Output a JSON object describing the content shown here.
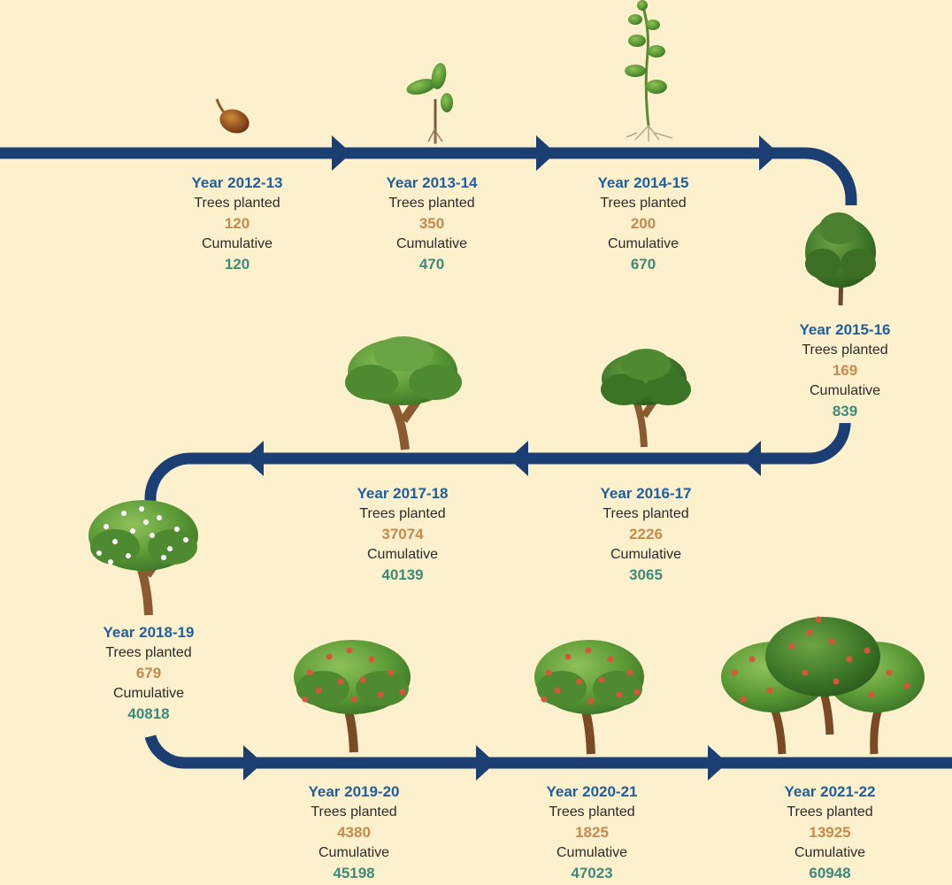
{
  "labels": {
    "trees_planted": "Trees planted",
    "cumulative": "Cumulative"
  },
  "entries": [
    {
      "year": "Year 2012-13",
      "planted": "120",
      "cumulative": "120",
      "stage": "seed-icon"
    },
    {
      "year": "Year 2013-14",
      "planted": "350",
      "cumulative": "470",
      "stage": "sprout-icon"
    },
    {
      "year": "Year 2014-15",
      "planted": "200",
      "cumulative": "670",
      "stage": "sapling-icon"
    },
    {
      "year": "Year 2015-16",
      "planted": "169",
      "cumulative": "839",
      "stage": "young-tree-icon"
    },
    {
      "year": "Year 2016-17",
      "planted": "2226",
      "cumulative": "3065",
      "stage": "tree-icon"
    },
    {
      "year": "Year 2017-18",
      "planted": "37074",
      "cumulative": "40139",
      "stage": "tree-icon"
    },
    {
      "year": "Year 2018-19",
      "planted": "679",
      "cumulative": "40818",
      "stage": "flowering-tree-icon"
    },
    {
      "year": "Year 2019-20",
      "planted": "4380",
      "cumulative": "45198",
      "stage": "fruit-tree-icon"
    },
    {
      "year": "Year 2020-21",
      "planted": "1825",
      "cumulative": "47023",
      "stage": "fruit-tree-icon"
    },
    {
      "year": "Year 2021-22",
      "planted": "13925",
      "cumulative": "60948",
      "stage": "orchard-icon"
    }
  ],
  "colors": {
    "background": "#fdf0cc",
    "path": "#1b3f73",
    "year": "#1f5fa0",
    "planted": "#c58a4e",
    "cumulative": "#3e8a7a"
  }
}
